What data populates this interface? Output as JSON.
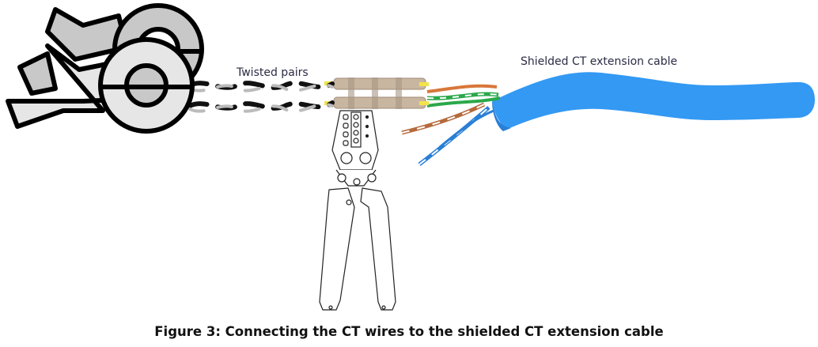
{
  "figure": {
    "labels": {
      "twisted_pairs": "Twisted pairs",
      "shielded_cable": "Shielded CT extension cable"
    },
    "caption": "Figure 3: Connecting the CT wires to the shielded CT extension cable",
    "components": [
      {
        "name": "ct-clamp",
        "icon": "current-transformer-clamp-icon"
      },
      {
        "name": "twisted-pair-wires",
        "icon": "twisted-wire-icon"
      },
      {
        "name": "butt-splice-connectors",
        "icon": "connector-icon"
      },
      {
        "name": "crimping-tool",
        "icon": "crimper-icon"
      },
      {
        "name": "shielded-cable-conductors",
        "colors": [
          "orange",
          "green",
          "brown",
          "blue"
        ]
      },
      {
        "name": "shielded-extension-cable",
        "color": "#3399f3"
      }
    ],
    "colors": {
      "cable_blue": "#3399f3",
      "clamp_dark": "#c8c8c8",
      "clamp_light": "#e6e6e6",
      "wire_green": "#2aa84a",
      "wire_orange": "#d8773a",
      "wire_brown": "#b56a3c",
      "wire_blue": "#2a7fd6",
      "connector_tan": "#c9b6a0",
      "connector_yellow": "#f0e44a"
    }
  }
}
